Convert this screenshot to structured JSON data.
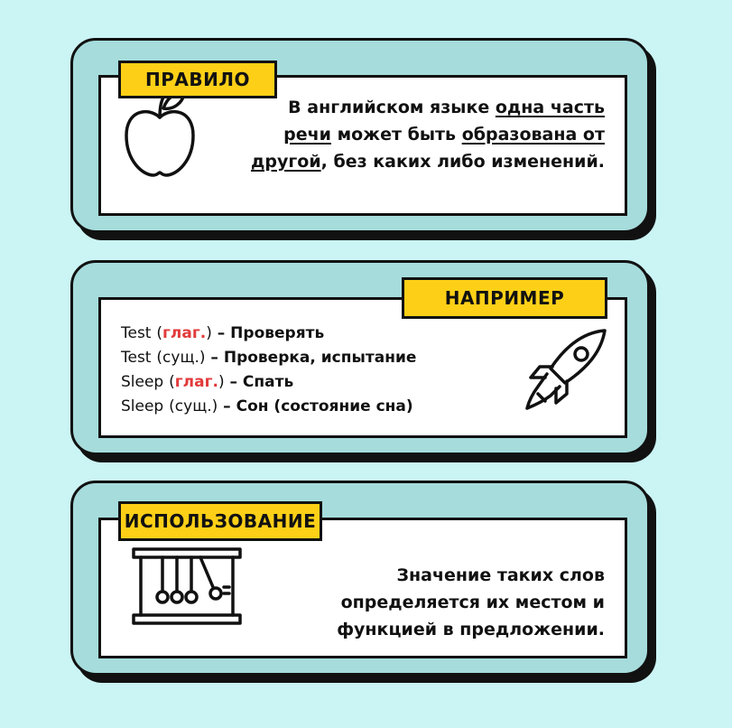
{
  "rule": {
    "tag": "ПРАВИЛО",
    "text_parts": [
      "В  английском языке  ",
      "одна часть",
      "речи",
      "  может быть ",
      "образована от",
      "другой",
      ", без каких либо изменений."
    ]
  },
  "example": {
    "tag": "НАПРИМЕР",
    "lines": [
      {
        "word": "Test",
        "pos": "глаг.",
        "pos_red": true,
        "translation": " – Проверять"
      },
      {
        "word": "Test",
        "pos": "сущ.",
        "pos_red": false,
        "translation": " – Проверка, испытание"
      },
      {
        "word": "Sleep",
        "pos": "глаг.",
        "pos_red": true,
        "translation": " – Спать"
      },
      {
        "word": "Sleep",
        "pos": "сущ.",
        "pos_red": false,
        "translation": " – Сон (состояние сна)"
      }
    ]
  },
  "usage": {
    "tag": "ИСПОЛЬЗОВАНИЕ",
    "lines": [
      "Значение таких слов",
      "определяется их местом и",
      "функцией в предложении."
    ]
  },
  "icons": {
    "rule": "apple-icon",
    "example": "rocket-icon",
    "usage": "newtons-cradle-icon"
  },
  "colors": {
    "background": "#cbf4f4",
    "card": "#a6dcdc",
    "tag": "#fdd017",
    "accent_red": "#e23a3a"
  }
}
